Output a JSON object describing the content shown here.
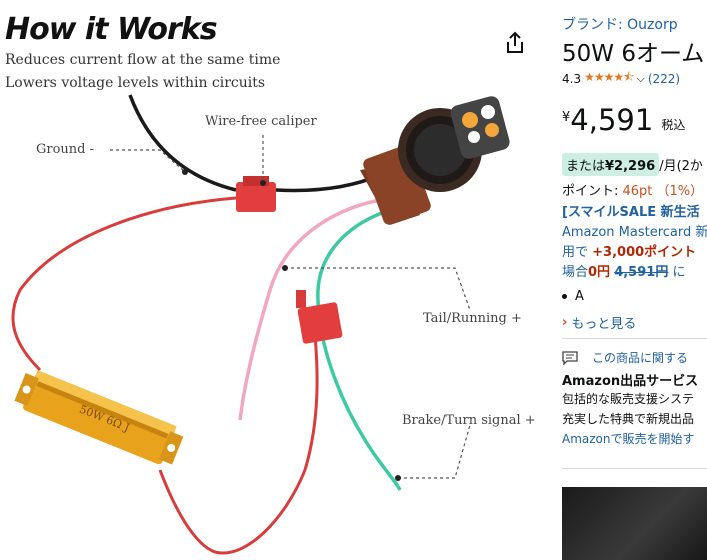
{
  "image": {
    "title": "How it Works",
    "subtitle_1": "Reduces current flow at the same time",
    "subtitle_2": "Lowers voltage levels within circuits",
    "label_ground": "Ground -",
    "label_caliper": "Wire-free caliper",
    "label_tail": "Tail/Running +",
    "label_brake": "Brake/Turn signal +",
    "resistor_marking": "50W 6Ω J"
  },
  "product": {
    "brand_link": "ブランド: Ouzorp",
    "title": "50W 6オーム",
    "rating_value": "4.3",
    "rating_count": "(222)",
    "price_symbol": "¥",
    "price": "4,591",
    "tax_label": "税込",
    "alt_prefix": "または",
    "alt_price": "¥2,296",
    "alt_suffix": "/月(2か",
    "points_label": "ポイント: ",
    "points_value": "46pt （1%）",
    "sale_link": "[スマイルSALE 新生活",
    "card_line_1": "Amazon Mastercard 新",
    "card_line_2_prefix": "用で ",
    "card_line_2_bonus": "+3,000ポイント",
    "card_line_3_prefix": "場合",
    "card_line_3_zero": "0円",
    "card_line_3_strike": "4,591円",
    "card_line_3_suffix": " に",
    "bullet_1": "A",
    "see_more": "もっと見る",
    "seller_question": "この商品に関する",
    "service_title": "Amazon出品サービス",
    "service_desc_1": "包括的な販売支援システ",
    "service_desc_2": "充実した特典で新規出品",
    "service_start": "Amazonで販売を開始す"
  },
  "colors": {
    "link": "#2162a1",
    "star": "#de7921",
    "deal_red": "#b12704",
    "points_orange": "#c7511f",
    "alt_badge_bg": "#cdeee3"
  }
}
